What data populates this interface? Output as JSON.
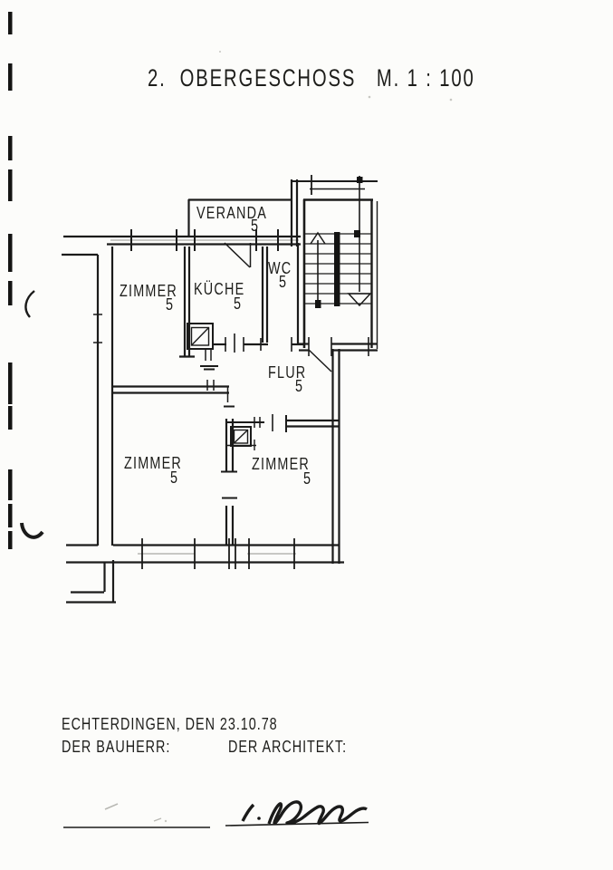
{
  "page": {
    "title": {
      "floor": "2.",
      "name": "OBERGESCHOSS",
      "scale": "M. 1 : 100"
    },
    "rooms": [
      {
        "id": "veranda",
        "name": "VERANDA",
        "size": "5"
      },
      {
        "id": "zimmer-top-left",
        "name": "ZIMMER",
        "size": "5"
      },
      {
        "id": "kueche",
        "name": "KÜCHE",
        "size": "5"
      },
      {
        "id": "wc",
        "name": "WC",
        "size": "5"
      },
      {
        "id": "flur",
        "name": "FLUR",
        "size": "5"
      },
      {
        "id": "zimmer-bottom-left",
        "name": "ZIMMER",
        "size": "5"
      },
      {
        "id": "zimmer-bottom-right",
        "name": "ZIMMER",
        "size": "5"
      }
    ],
    "footer": {
      "place_date": "ECHTERDINGEN, DEN  23.10.78",
      "client_label": "DER BAUHERR:",
      "architect_label": "DER ARCHITEKT:"
    }
  }
}
